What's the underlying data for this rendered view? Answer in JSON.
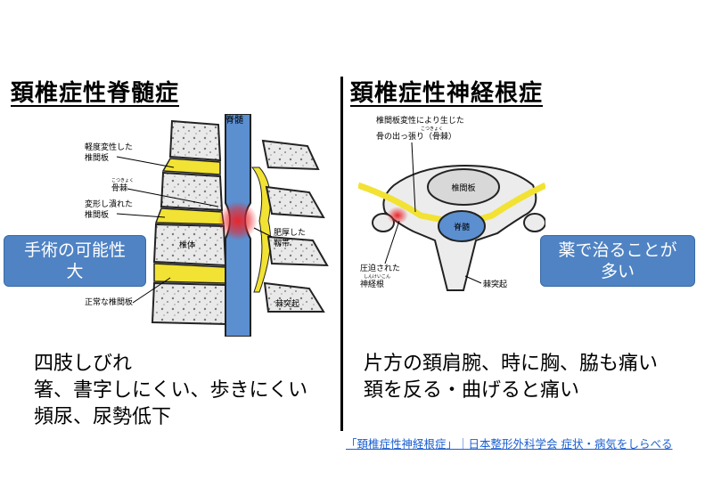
{
  "left": {
    "title": "頚椎症性脊髄症",
    "callout_line1": "手術の可能性",
    "callout_line2": "大",
    "labels": {
      "spinal_cord": "脊髄",
      "mild_degenerated_disc_1": "軽度変性した",
      "mild_degenerated_disc_2": "椎間板",
      "osteophyte_ruby": "こつきょく",
      "osteophyte": "骨棘",
      "crushed_disc_1": "変形し潰れた",
      "crushed_disc_2": "椎間板",
      "hypertrophied_ligament_1": "肥厚した",
      "hypertrophied_ligament_2": "靱帯",
      "vertebral_body": "椎体",
      "normal_disc": "正常な椎間板",
      "spinous_process": "棘突起"
    },
    "symptoms": [
      "四肢しびれ",
      "箸、書字しにくい、歩きにくい",
      "頻尿、尿勢低下"
    ]
  },
  "right": {
    "title": "頚椎症性神経根症",
    "callout_line1": "薬で治ることが",
    "callout_line2": "多い",
    "labels": {
      "osteophyte_note_1": "椎間板変性により生じた",
      "osteophyte_note_2": "骨の出っ張り（骨棘）",
      "osteophyte_ruby": "こつきょく",
      "disc": "椎間板",
      "spinal_cord": "脊髄",
      "compressed_root_1": "圧迫された",
      "nerve_root_ruby": "しんけいこん",
      "compressed_root_2": "神経根",
      "spinous_process": "棘突起"
    },
    "symptoms": [
      "片方の頚肩腕、時に胸、脇も痛い",
      "頚を反る・曲げると痛い"
    ]
  },
  "source_link": "「頚椎症性神経根症」｜日本整形外科学会 症状・病気をしらべる",
  "colors": {
    "callout": "#4f83c4",
    "spinal_cord": "#5b8fd0",
    "disc": "#f2e233",
    "compression": "#e8262c",
    "link": "#1a5ecf"
  }
}
